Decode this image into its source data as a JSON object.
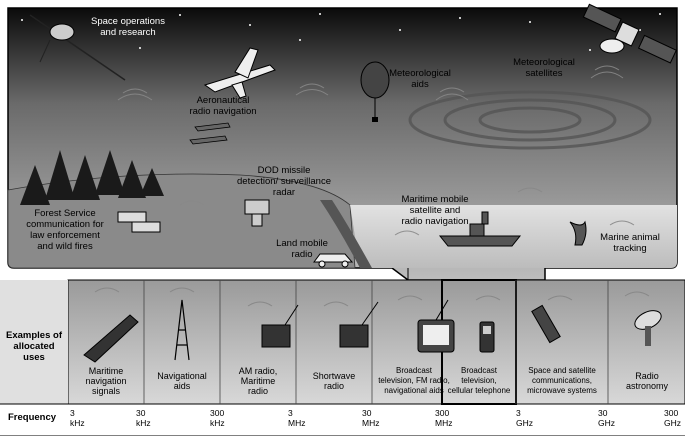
{
  "scene_labels": {
    "space": "Space operations\nand research",
    "aero": "Aeronautical\nradio navigation",
    "met_aids": "Meteorological\naids",
    "met_sat": "Meteorological\nsatellites",
    "dod": "DOD missile\ndetection/ surveillance\nradar",
    "forest": "Forest Service\ncommunication for\nlaw enforcement\nand wild fires",
    "maritime_mobile": "Maritime mobile\nsatellite and\nradio navigation",
    "land_mobile": "Land mobile\nradio",
    "marine_animal": "Marine animal\ntracking"
  },
  "table": {
    "examples_header": "Examples of\nallocated\nuses",
    "frequency_header": "Frequency",
    "bands": [
      {
        "label": "Maritime\nnavigation\nsignals"
      },
      {
        "label": "Navigational\naids"
      },
      {
        "label": "AM radio,\nMaritime\nradio"
      },
      {
        "label": "Shortwave\nradio"
      },
      {
        "label": "Broadcast\ntelevision, FM radio,\nnavigational aids"
      },
      {
        "label": "Broadcast\ntelevision,\ncellular telephone"
      },
      {
        "label": "Space and satellite\ncommunications,\nmicrowave systems"
      },
      {
        "label": "Radio\nastronomy"
      }
    ],
    "frequencies": [
      {
        "value": "3",
        "unit": "kHz"
      },
      {
        "value": "30",
        "unit": "kHz"
      },
      {
        "value": "300",
        "unit": "kHz"
      },
      {
        "value": "3",
        "unit": "MHz"
      },
      {
        "value": "30",
        "unit": "MHz"
      },
      {
        "value": "300",
        "unit": "MHz"
      },
      {
        "value": "3",
        "unit": "GHz"
      },
      {
        "value": "30",
        "unit": "GHz"
      },
      {
        "value": "300",
        "unit": "GHz"
      }
    ]
  },
  "colors": {
    "sky_top": "#0a0a0a",
    "sky_bottom": "#b8b8b8",
    "ground": "#8c8c8c",
    "sea": "#d6d6d6",
    "table_bg": "#c8c8c8",
    "outline": "#000000"
  }
}
